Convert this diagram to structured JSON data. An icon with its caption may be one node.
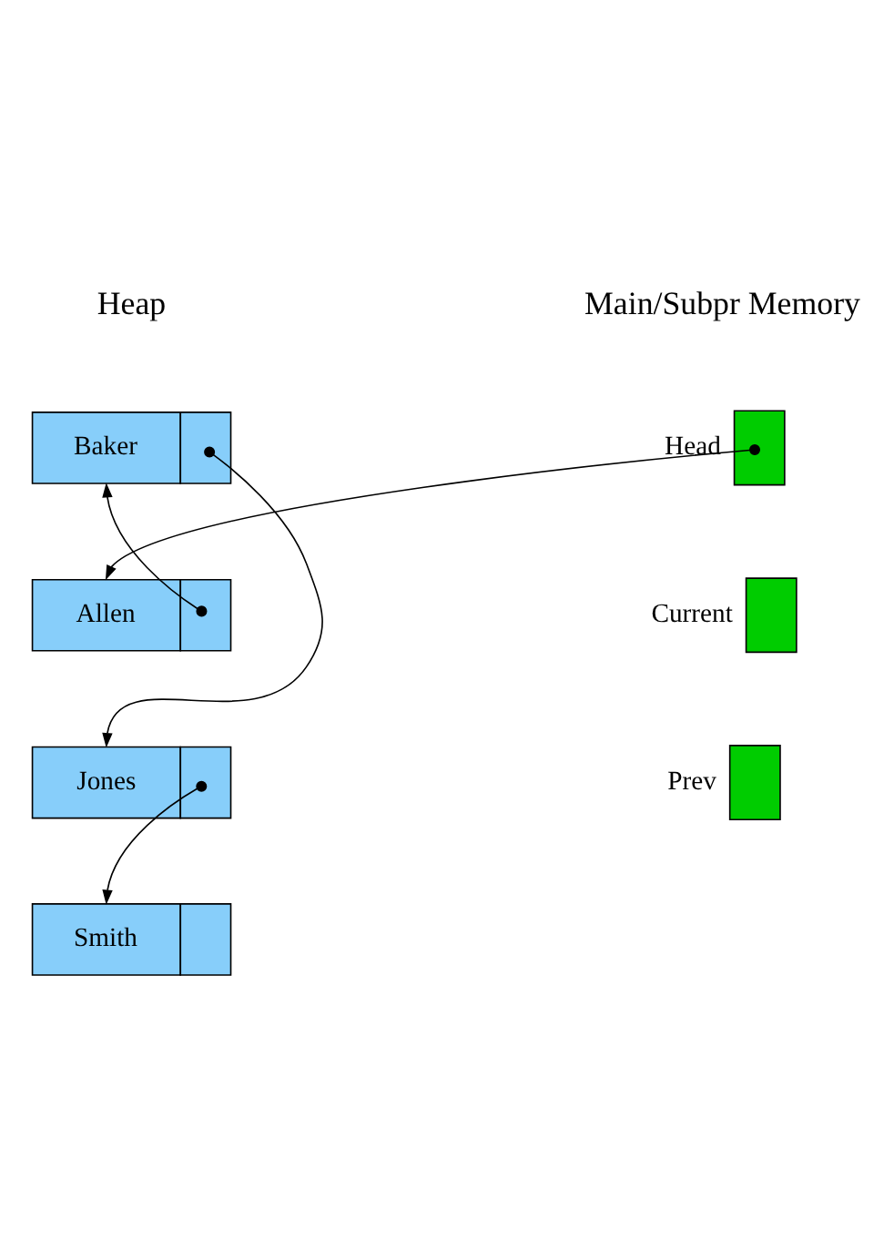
{
  "diagram": {
    "nodes": [
      {
        "text": [],
        "shape": "box",
        "beside": [
          "Head"
        ]
      },
      {
        "text": [],
        "shape": "box",
        "beside": [
          "Current"
        ]
      },
      {
        "text": [],
        "shape": "box",
        "beside": [
          "Prev"
        ]
      },
      {
        "text": [
          "Baker"
        ]
      },
      {
        "text": [
          "Allen"
        ]
      },
      {
        "text": [
          "Jones"
        ]
      },
      {
        "text": [
          "Smith"
        ]
      }
    ],
    "edges": [
      {
        "from": 0,
        "to": 4,
        "arrow": "to"
      },
      {
        "from": 4,
        "to": 3,
        "arrow": "to"
      },
      {
        "from": 3,
        "to": 5,
        "arrow": "to"
      },
      {
        "from": 5,
        "to": 6,
        "arrow": "to"
      }
    ],
    "labels": [
      "Main/Subpr Memory",
      "Heap"
    ]
  }
}
